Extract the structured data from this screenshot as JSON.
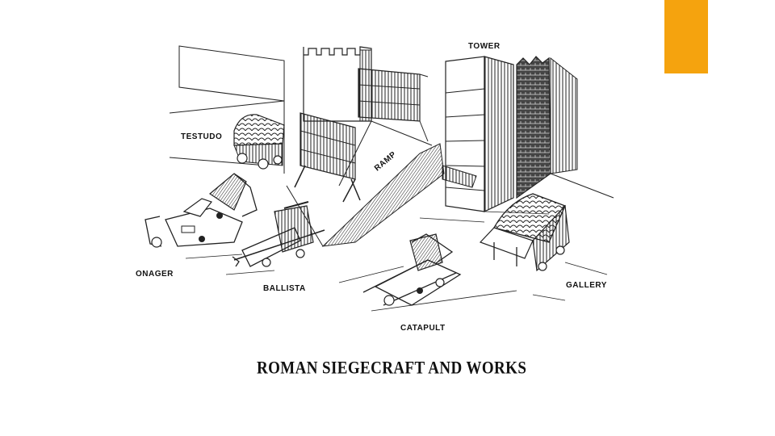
{
  "slide": {
    "accent_color": "#F5A30E",
    "caption": "ROMAN SIEGECRAFT AND WORKS"
  },
  "labels": {
    "tower": "TOWER",
    "testudo": "TESTUDO",
    "ramp": "RAMP",
    "onager": "ONAGER",
    "ballista": "BALLISTA",
    "catapult": "CATAPULT",
    "gallery": "GALLERY"
  }
}
